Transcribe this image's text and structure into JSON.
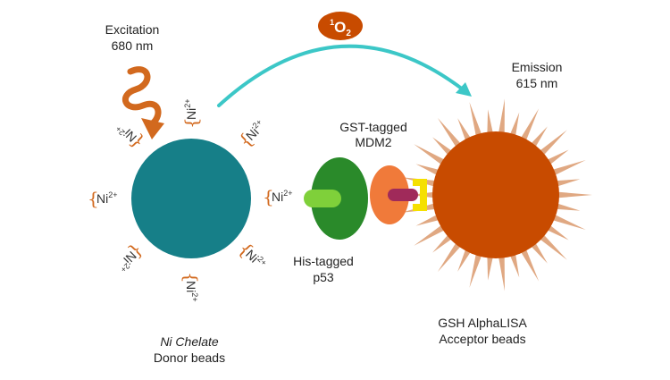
{
  "excitation": {
    "line1": "Excitation",
    "line2": "680 nm"
  },
  "emission": {
    "line1": "Emission",
    "line2": "615 nm"
  },
  "singlet_oxygen": {
    "sup": "1",
    "base": "O",
    "sub": "2"
  },
  "donor": {
    "italic": "Ni Chelate",
    "label": "Donor beads"
  },
  "acceptor": {
    "line1": "GSH AlphaLISA",
    "line2": "Acceptor beads"
  },
  "gst": {
    "line1": "GST-tagged",
    "line2": "MDM2"
  },
  "his": {
    "line1": "His-tagged",
    "line2": "p53"
  },
  "ni_ion": {
    "symbol": "Ni",
    "charge": "2+"
  },
  "colors": {
    "donor_bead": "#167f88",
    "acceptor_bead": "#c84b00",
    "rays": "#e0a882",
    "arrow": "#3cc7c7",
    "wave": "#d2691e",
    "p53": "#2a8a2a",
    "his_tag": "#7fd03a",
    "mdm2": "#f07a3a",
    "gsh_link": "#a02a5a",
    "gst_cup": "#f5e000",
    "o2_badge": "#c84b00"
  }
}
